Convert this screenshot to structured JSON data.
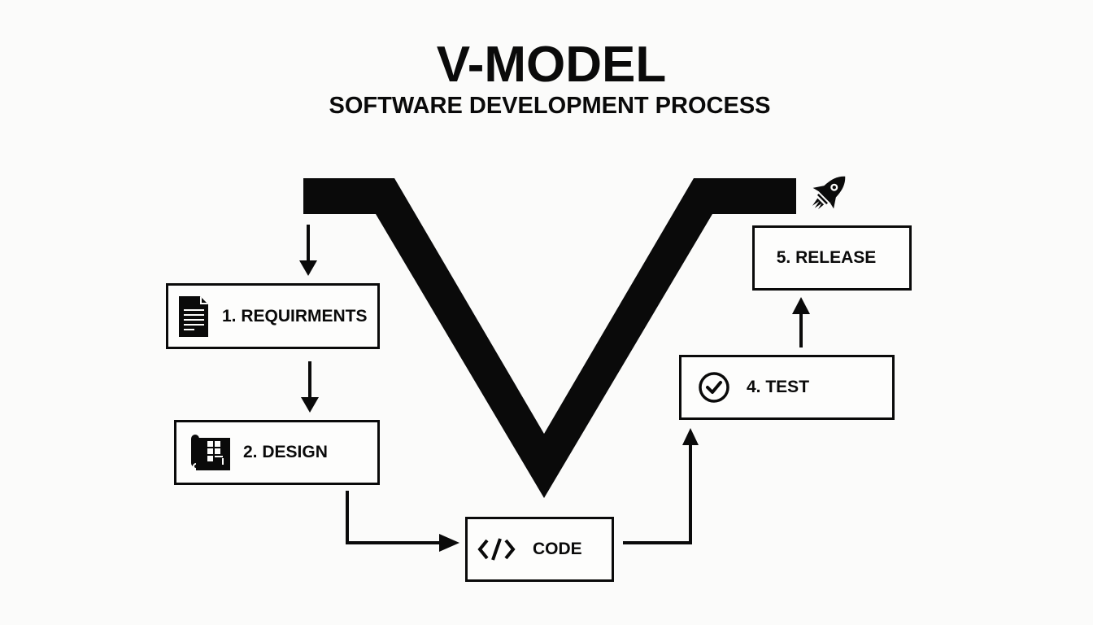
{
  "header": {
    "title": "V-MODEL",
    "subtitle": "SOFTWARE DEVELOPMENT PROCESS"
  },
  "colors": {
    "background": "#fbfbfa",
    "ink": "#0a0a0a"
  },
  "stages": [
    {
      "id": "requirements",
      "label": "1. REQUIRMENTS",
      "icon": "document-icon"
    },
    {
      "id": "design",
      "label": "2. DESIGN",
      "icon": "blueprint-icon"
    },
    {
      "id": "code",
      "label": "CODE",
      "icon": "code-brackets-icon"
    },
    {
      "id": "test",
      "label": "4. TEST",
      "icon": "check-circle-icon"
    },
    {
      "id": "release",
      "label": "5. RELEASE",
      "icon": "rocket-icon"
    }
  ],
  "flow": [
    "V-bar → 1. REQUIRMENTS",
    "1. REQUIRMENTS → 2. DESIGN",
    "2. DESIGN → CODE",
    "CODE → 4. TEST",
    "4. TEST → 5. RELEASE"
  ]
}
